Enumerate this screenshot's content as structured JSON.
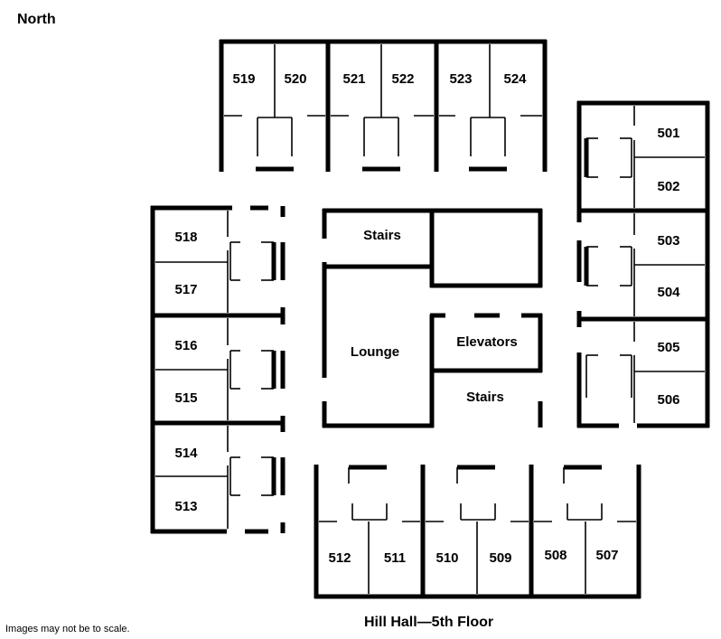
{
  "north_label": "North",
  "disclaimer": "Images may not be to scale.",
  "building_title": "Hill Hall—5th Floor",
  "rooms": {
    "r501": "501",
    "r502": "502",
    "r503": "503",
    "r504": "504",
    "r505": "505",
    "r506": "506",
    "r507": "507",
    "r508": "508",
    "r509": "509",
    "r510": "510",
    "r511": "511",
    "r512": "512",
    "r513": "513",
    "r514": "514",
    "r515": "515",
    "r516": "516",
    "r517": "517",
    "r518": "518",
    "r519": "519",
    "r520": "520",
    "r521": "521",
    "r522": "522",
    "r523": "523",
    "r524": "524"
  },
  "areas": {
    "stairs_north": "Stairs",
    "lounge": "Lounge",
    "elevators": "Elevators",
    "stairs_south": "Stairs"
  }
}
